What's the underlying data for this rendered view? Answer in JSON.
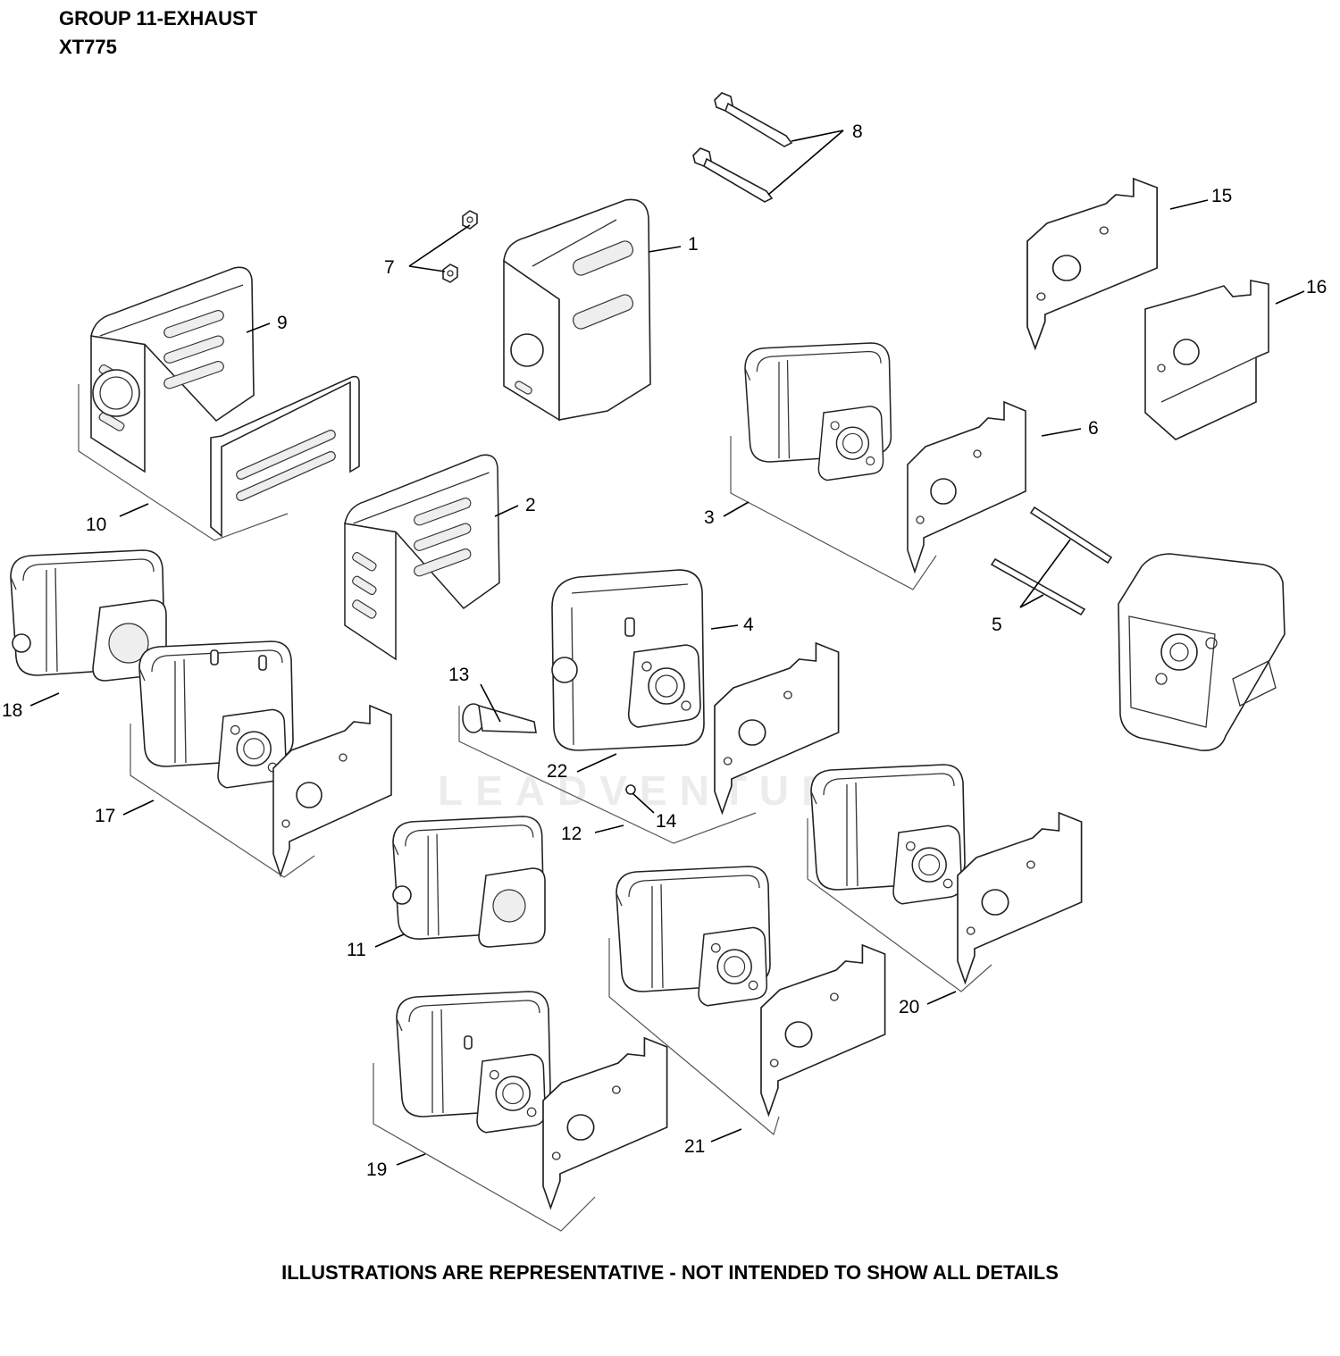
{
  "header": {
    "group": "GROUP 11-EXHAUST",
    "model": "XT775"
  },
  "footer": "ILLUSTRATIONS ARE REPRESENTATIVE - NOT INTENDED TO SHOW ALL DETAILS",
  "watermark": "LEADVENTURE",
  "parts": [
    {
      "num": "1"
    },
    {
      "num": "2"
    },
    {
      "num": "3"
    },
    {
      "num": "4"
    },
    {
      "num": "5"
    },
    {
      "num": "6"
    },
    {
      "num": "7"
    },
    {
      "num": "8"
    },
    {
      "num": "9"
    },
    {
      "num": "10"
    },
    {
      "num": "11"
    },
    {
      "num": "12"
    },
    {
      "num": "13"
    },
    {
      "num": "14"
    },
    {
      "num": "15"
    },
    {
      "num": "16"
    },
    {
      "num": "17"
    },
    {
      "num": "18"
    },
    {
      "num": "19"
    },
    {
      "num": "20"
    },
    {
      "num": "21"
    },
    {
      "num": "22"
    }
  ]
}
